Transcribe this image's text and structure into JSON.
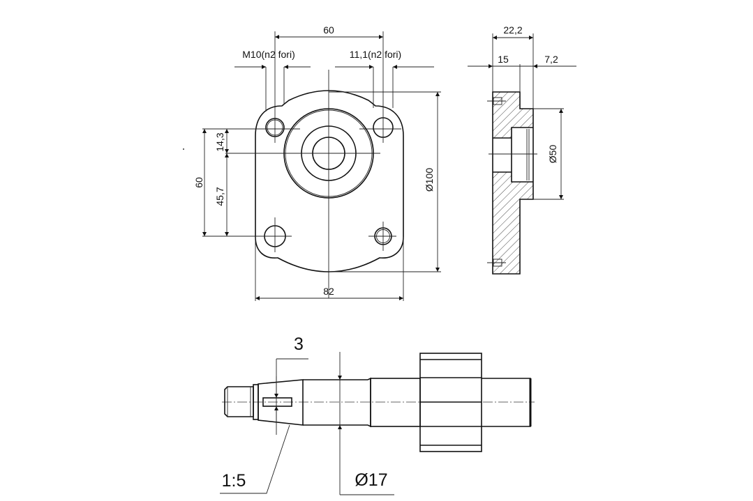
{
  "front_view": {
    "dim_hole_spacing_top": "60",
    "dim_threaded_holes": "M10(n2 fori)",
    "dim_through_holes": "11,1(n2 fori)",
    "dim_hole_spacing_left": "60",
    "dim_upper_offset": "14,3",
    "dim_lower_offset": "45,7",
    "dim_height_diameter": "Ø100",
    "dim_width": "82"
  },
  "side_view": {
    "dim_total_thickness": "22,2",
    "dim_flange_thickness": "15",
    "dim_boss_thickness": "7,2",
    "dim_boss_diameter": "Ø50"
  },
  "shaft_view": {
    "dim_key_width": "3",
    "dim_shaft_diameter": "Ø17",
    "dim_taper": "1:5"
  }
}
